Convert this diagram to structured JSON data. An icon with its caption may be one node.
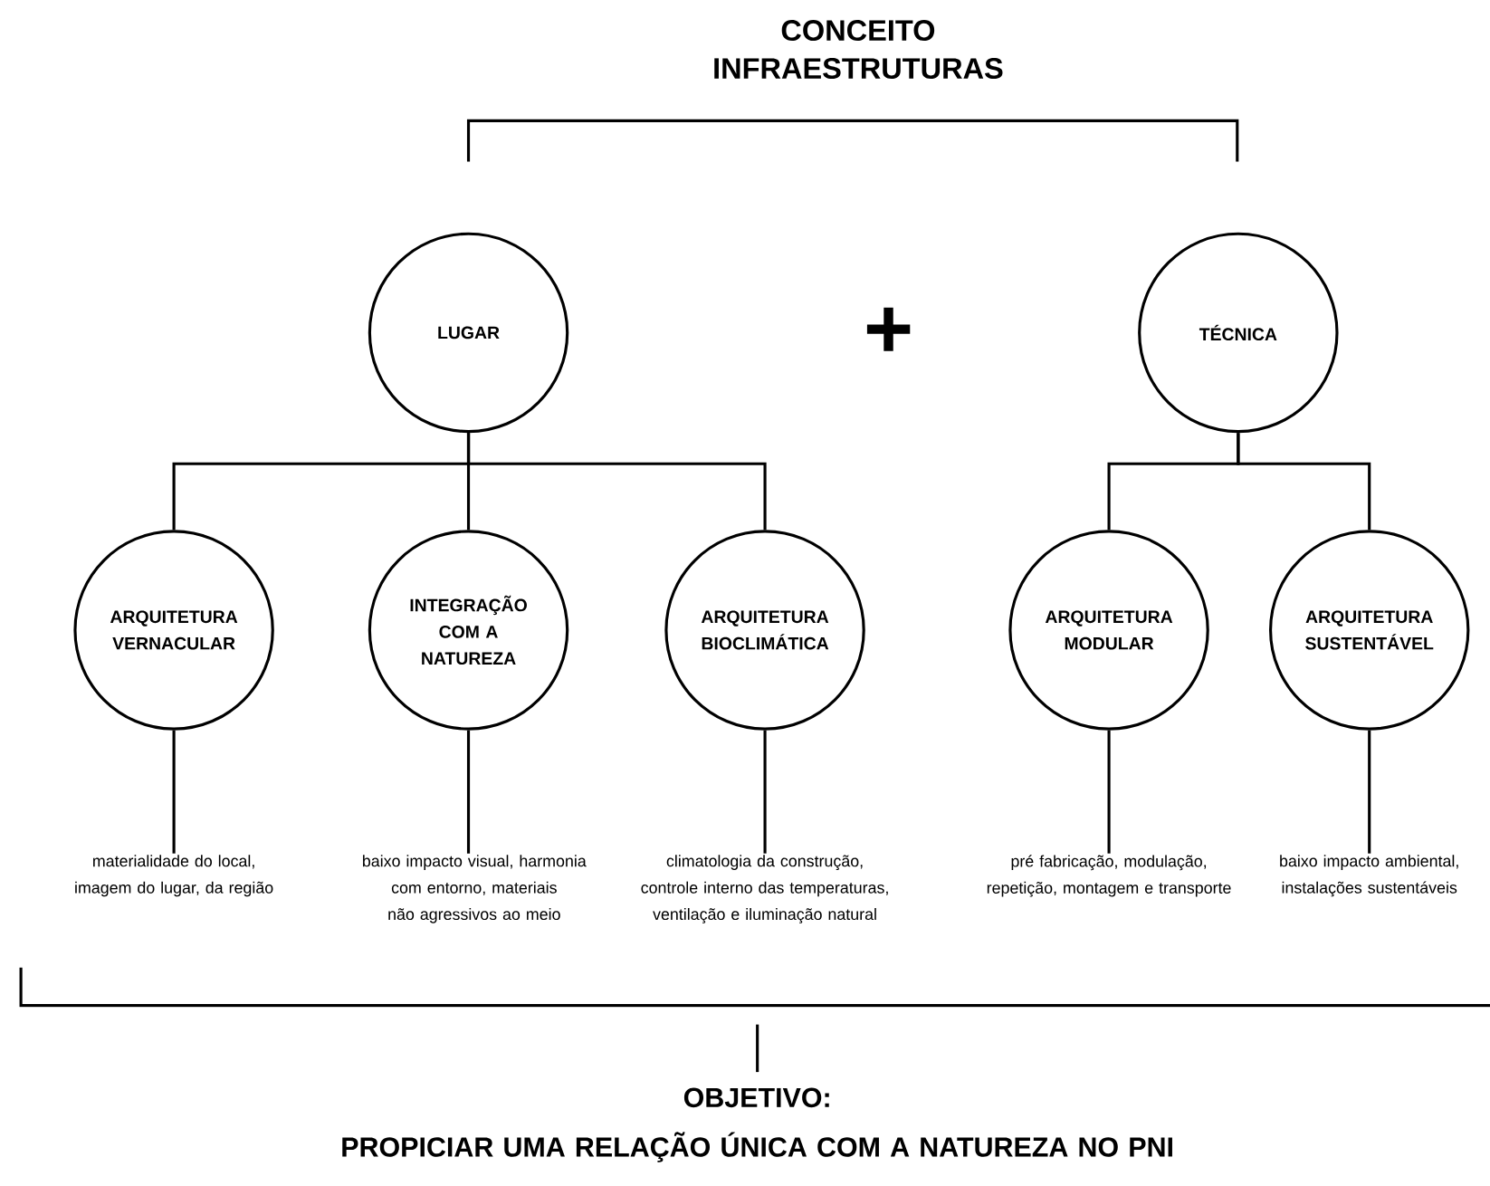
{
  "diagram": {
    "nodes": [
      {
        "text": [
          "CONCEITO INFRAESTRUTURAS"
        ]
      },
      {
        "text": [
          "LUGAR"
        ]
      },
      {
        "text": [
          "TÉCNICA"
        ]
      },
      {
        "text": [
          "ARQUITETURA VERNACULAR"
        ]
      },
      {
        "text": [
          "INTEGRAÇÃO COM A NATUREZA"
        ]
      },
      {
        "text": [
          "ARQUITETURA BIOCLIMÁTICA"
        ]
      },
      {
        "text": [
          "ARQUITETURA MODULAR"
        ]
      },
      {
        "text": [
          "ARQUITETURA SUSTENTÁVEL"
        ]
      },
      {
        "text": [
          "materialidade do local, imagem do lugar, da região"
        ]
      },
      {
        "text": [
          "baixo impacto visual, harmonia com entorno, materiais não agressivos ao meio"
        ]
      },
      {
        "text": [
          "climatologia da construção, controle interno das temperaturas, ventilação e iluminação natural"
        ]
      },
      {
        "text": [
          "pré fabricação, modulação, repetição, montagem e transporte"
        ]
      },
      {
        "text": [
          "baixo impacto ambiental, instalações sustentáveis"
        ]
      },
      {
        "text": [
          "OBJETIVO:",
          "PROPICIAR UMA RELAÇÃO ÚNICA COM A NATUREZA NO PNI"
        ]
      }
    ],
    "edges": [
      {
        "from": 1,
        "to": 3,
        "arrow": "none"
      },
      {
        "from": 1,
        "to": 4,
        "arrow": "none"
      },
      {
        "from": 1,
        "to": 5,
        "arrow": "none"
      },
      {
        "from": 2,
        "to": 6,
        "arrow": "none"
      },
      {
        "from": 2,
        "to": 7,
        "arrow": "none"
      },
      {
        "from": 3,
        "to": 8,
        "arrow": "none"
      },
      {
        "from": 4,
        "to": 9,
        "arrow": "none"
      },
      {
        "from": 5,
        "to": 10,
        "arrow": "none"
      },
      {
        "from": 6,
        "to": 11,
        "arrow": "none"
      },
      {
        "from": 7,
        "to": 12,
        "arrow": "none"
      }
    ],
    "labels": [
      "+"
    ]
  }
}
